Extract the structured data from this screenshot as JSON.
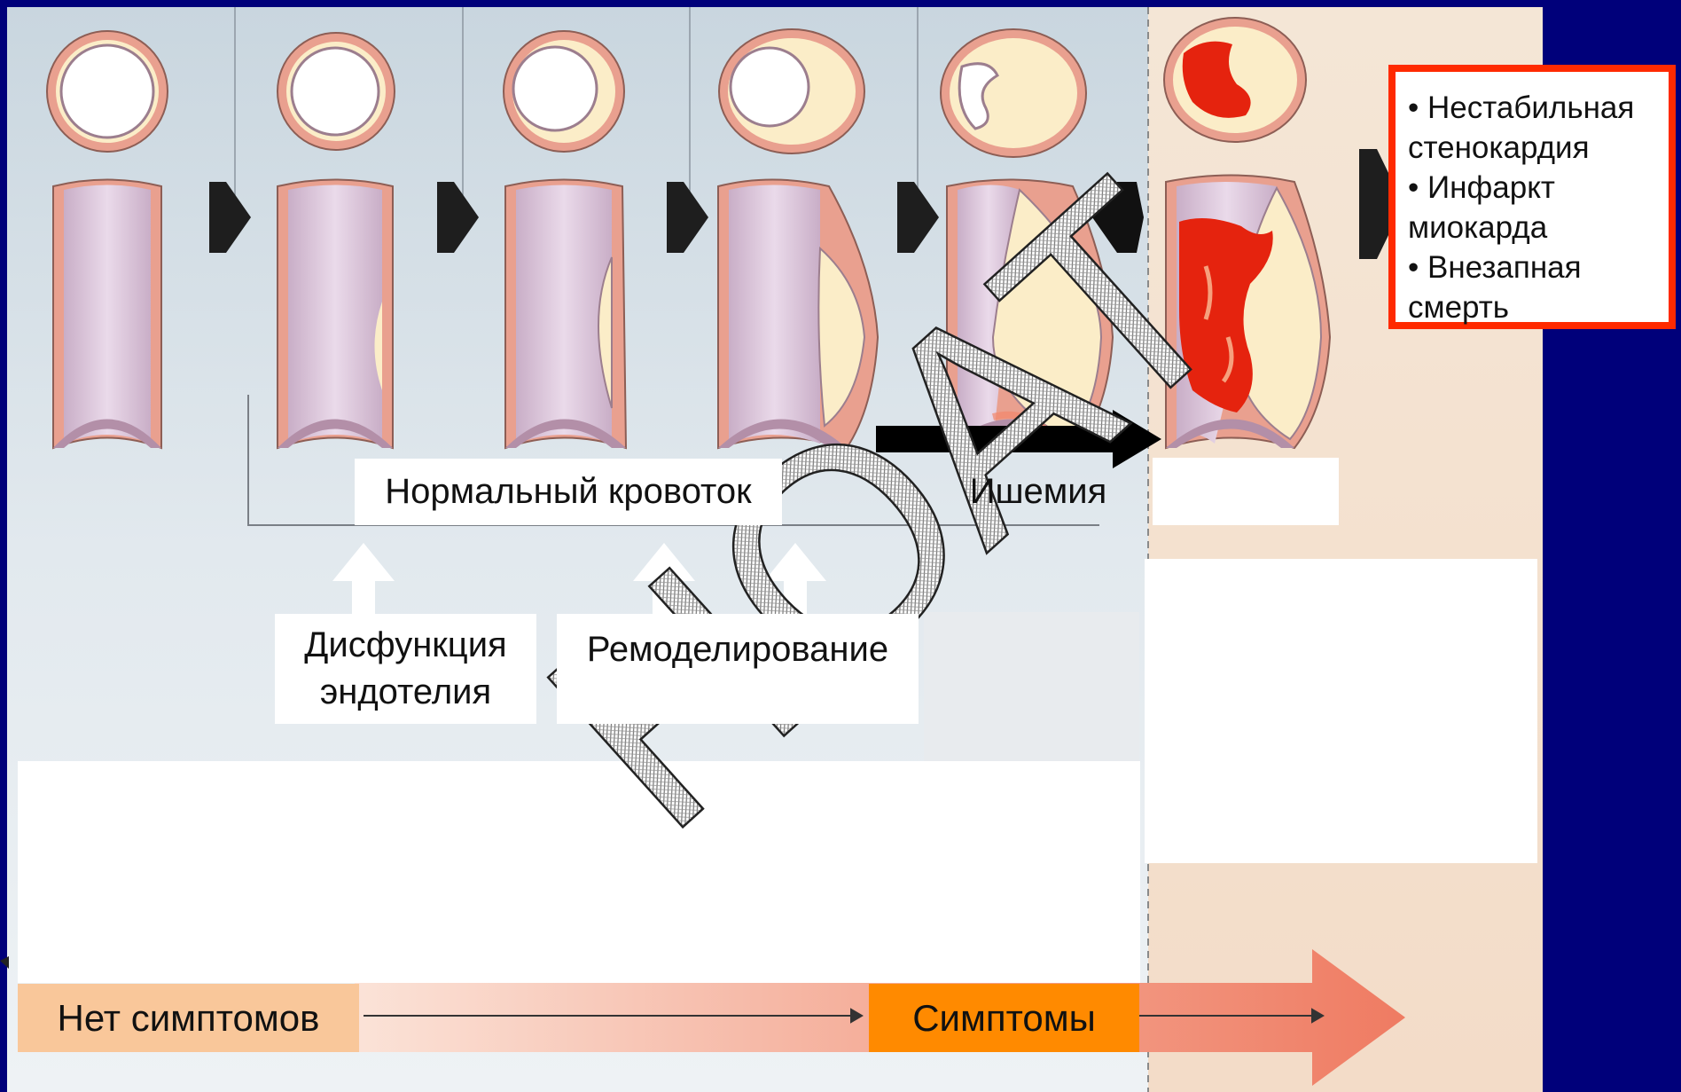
{
  "labels": {
    "normal_flow": "Нормальный кровоток",
    "ischemia": "Ишемия",
    "endothelial_dysfunction": [
      "Дисфункция",
      "эндотелия"
    ],
    "remodeling": "Ремоделирование",
    "no_symptoms": "Нет симптомов",
    "symptoms": "Симптомы"
  },
  "outcomes": [
    "• Нестабильная",
    "стенокардия",
    "• Инфаркт",
    "миокарда",
    "• Внезапная",
    "смерть"
  ],
  "watermark": "НОАТ",
  "colors": {
    "background": "#00007a",
    "outcome_border": "#ff2a00",
    "no_symptoms_bg": "#f9c79a",
    "symptoms_bg": "#ff8a00",
    "vessel_wall": "#e9a08f",
    "lumen": "#dcc6d9",
    "plaque": "#fbedc8",
    "thrombus": "#e5230e"
  }
}
